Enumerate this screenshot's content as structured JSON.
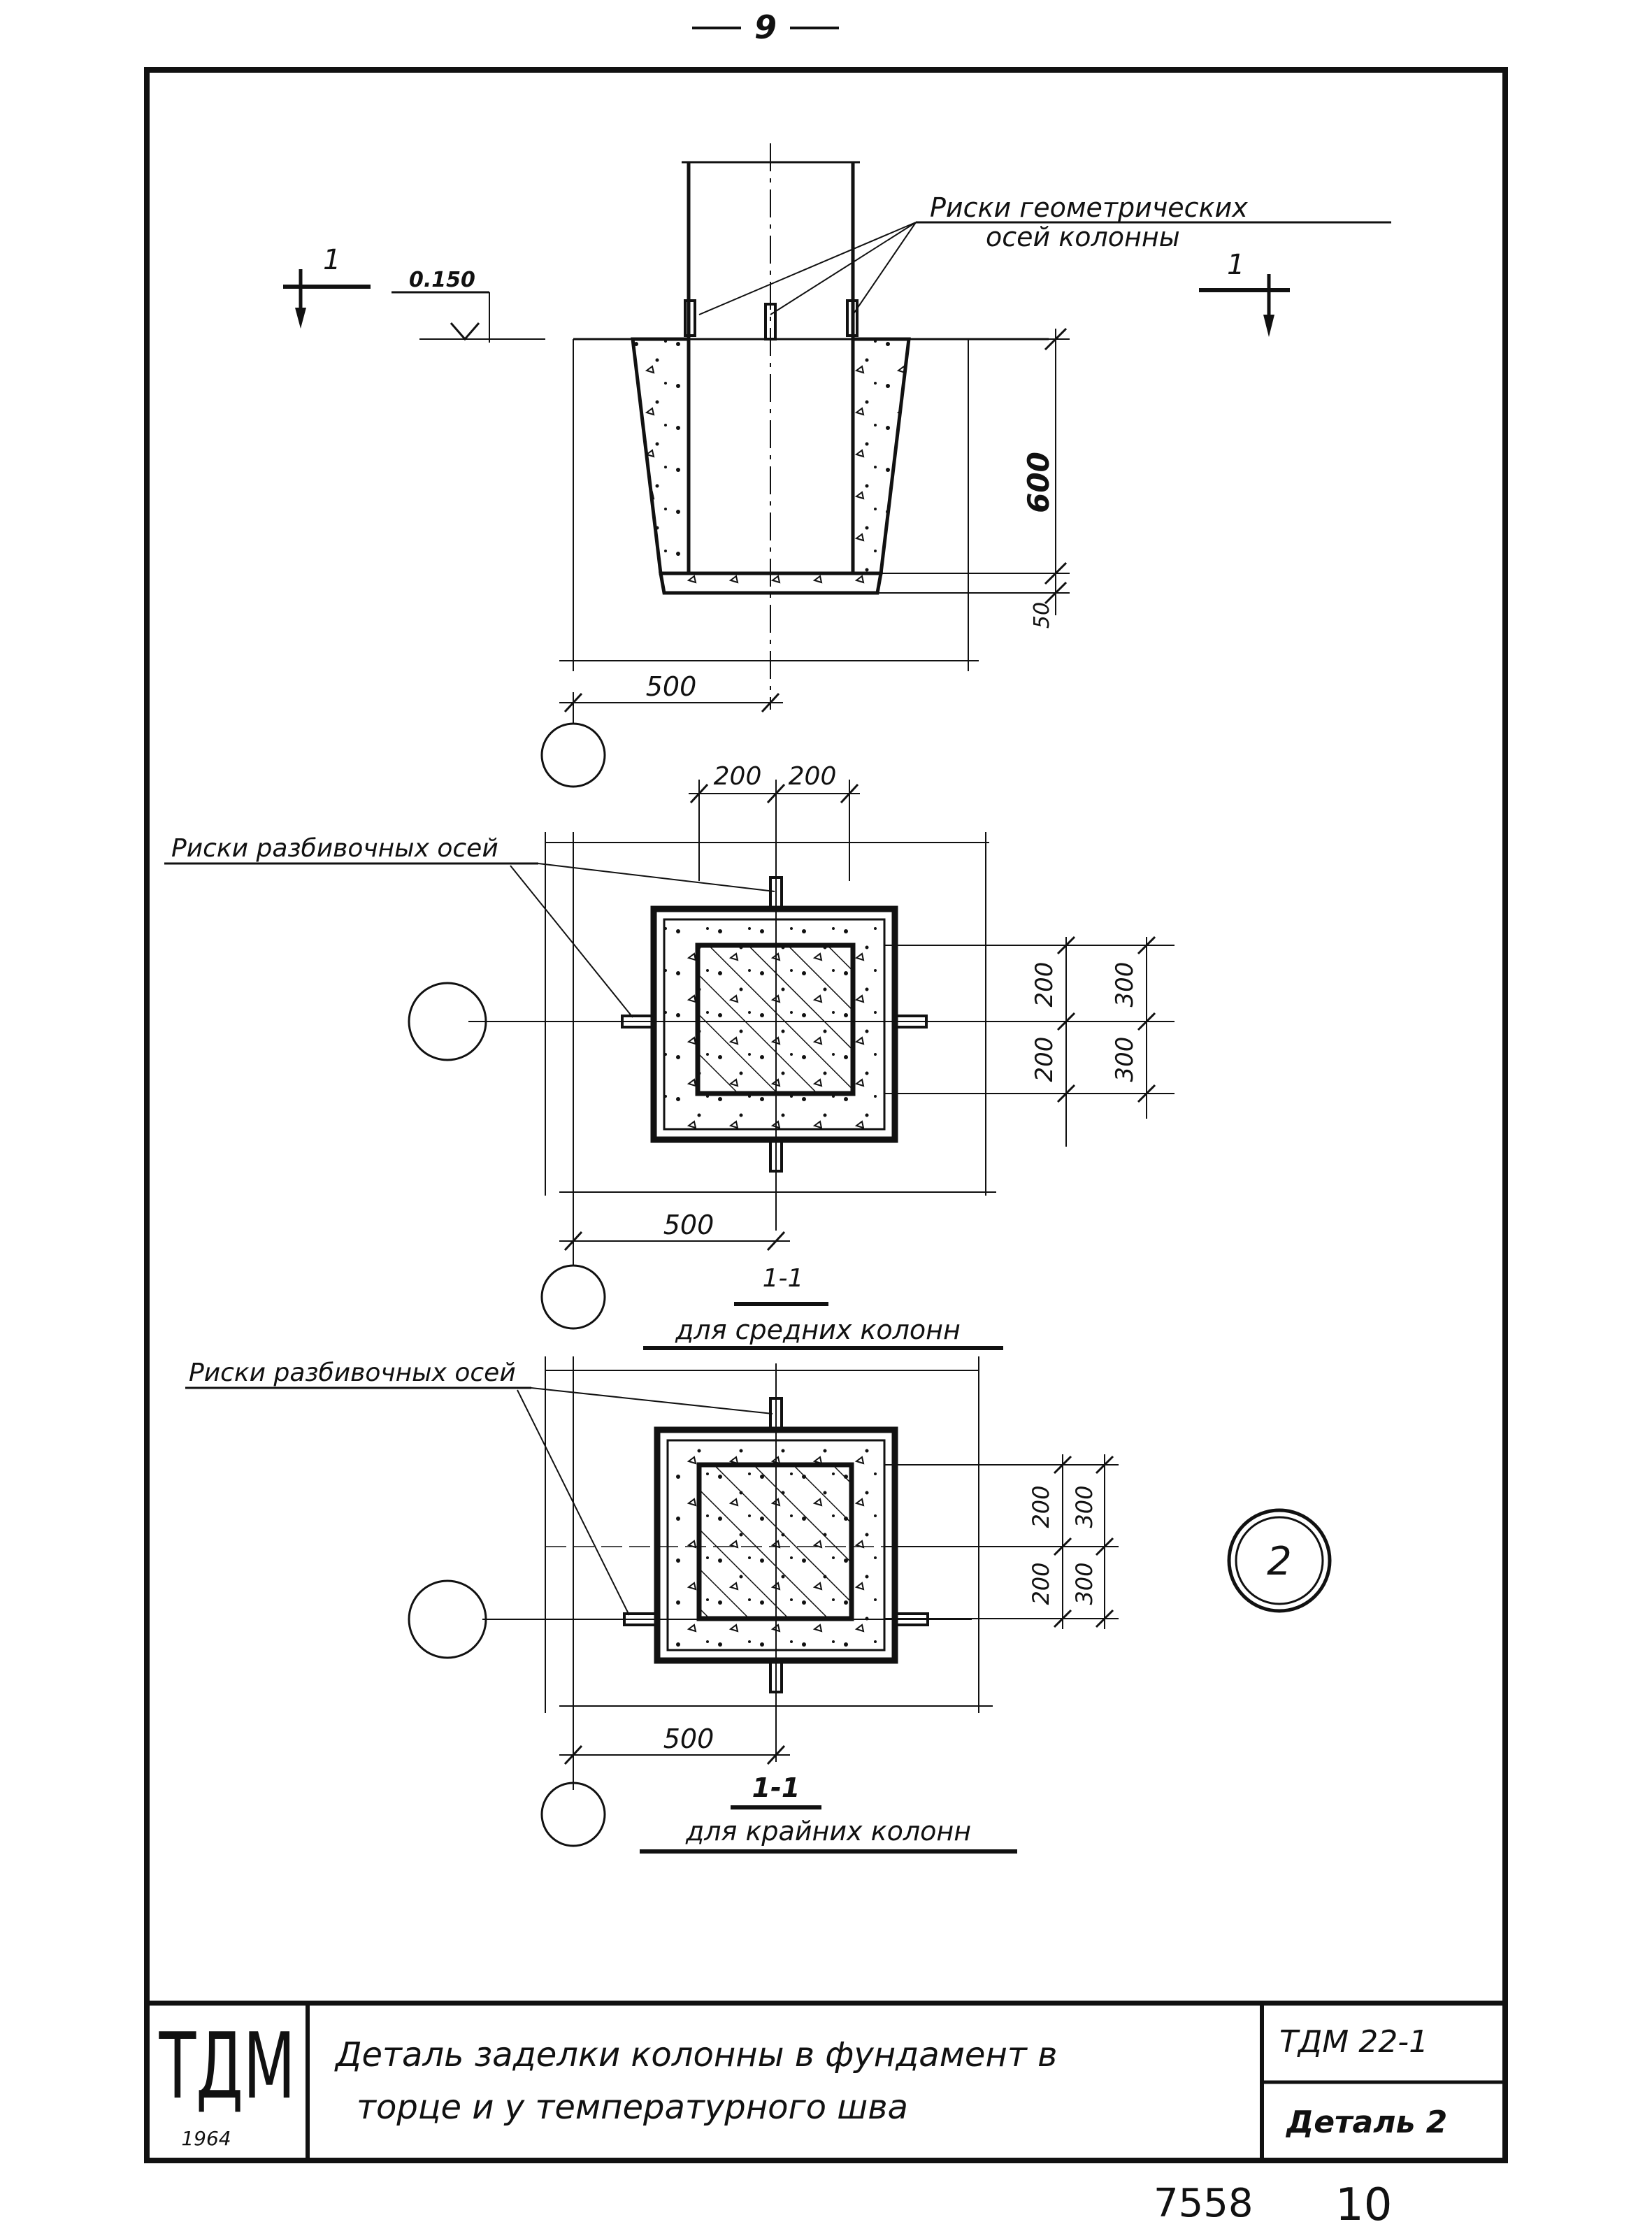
{
  "page": {
    "page_number": "9",
    "sheet_index": "2",
    "archive_number": "7558",
    "archive_page": "10"
  },
  "elevation": {
    "level_mark": "0.150",
    "section_mark_left": "1",
    "section_mark_right": "1",
    "geometric_axes_label_line1": "Риски геометрических",
    "geometric_axes_label_line2": "осей колонны",
    "dim_depth": "600",
    "dim_bottom": "50",
    "dim_offset": "500"
  },
  "plan_middle": {
    "layout_axes_label": "Риски разбивочных осей",
    "dim_top_left": "200",
    "dim_top_right": "200",
    "dim_inner_1": "200",
    "dim_inner_2": "200",
    "dim_outer_1": "300",
    "dim_outer_2": "300",
    "dim_offset": "500",
    "section_number": "1-1",
    "caption": "для средних колонн"
  },
  "plan_edge": {
    "layout_axes_label": "Риски разбивочных осей",
    "dim_inner_1": "200",
    "dim_inner_2": "200",
    "dim_outer_1": "300",
    "dim_outer_2": "300",
    "dim_offset": "500",
    "section_number": "1-1",
    "caption": "для крайних колонн"
  },
  "title_block": {
    "logo": "ТДМ",
    "year": "1964",
    "title_line1": "Деталь заделки колонны в фундамент в",
    "title_line2": "торце и у температурного шва",
    "code": "ТДМ 22-1",
    "detail": "Деталь 2"
  }
}
